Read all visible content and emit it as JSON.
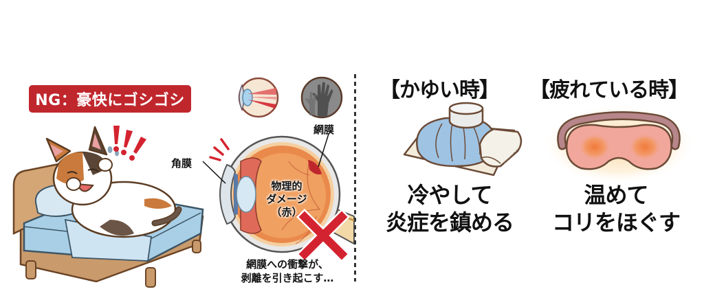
{
  "left_panel": {
    "ng_badge": "NG：豪快にゴシゴシ",
    "labels": {
      "cornea": "角膜",
      "retina": "網膜"
    },
    "damage": {
      "line1": "物理的",
      "line2": "ダメージ",
      "line3": "（赤）"
    },
    "caption": {
      "line1": "網膜への衝撃が、",
      "line2": "剥離を引き起こす…"
    },
    "icons": [
      "crying-cat-in-bed-icon",
      "exclamation-marks-icon",
      "eye-cross-section-icon",
      "blurred-hand-vision-icon",
      "red-x-icon"
    ]
  },
  "right_panel": {
    "itchy": {
      "heading": "【かゆい時】",
      "icon": "ice-bag-and-towel-icon",
      "line1": "冷やして",
      "line2": "炎症を鎮める"
    },
    "tired": {
      "heading": "【疲れている時】",
      "icon": "warm-eye-mask-icon",
      "line1": "温めて",
      "line2": "コリをほぐす"
    }
  },
  "colors": {
    "ng_red": "#c0272d",
    "cross_red": "#d42330",
    "bed_blue": "#a8cfe6",
    "bed_wood": "#c99a6b",
    "eye_orange": "#f0a060",
    "mask_pink": "#f2a79c",
    "ice_blue": "#9fc3e3"
  }
}
